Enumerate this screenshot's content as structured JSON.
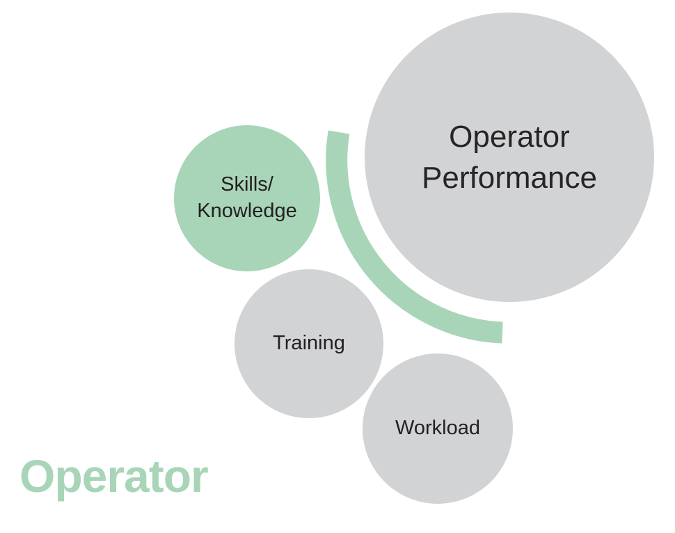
{
  "diagram": {
    "caption": "Operator",
    "nodes": {
      "performance": {
        "label": "Operator\nPerformance"
      },
      "skills_knowledge": {
        "label": "Skills/\nKnowledge"
      },
      "training": {
        "label": "Training"
      },
      "workload": {
        "label": "Workload"
      }
    },
    "colors": {
      "green": "#A8D5B8",
      "gray": "#D2D3D5",
      "label_text": "#231F20",
      "caption_text": "#A8D5B8"
    }
  }
}
